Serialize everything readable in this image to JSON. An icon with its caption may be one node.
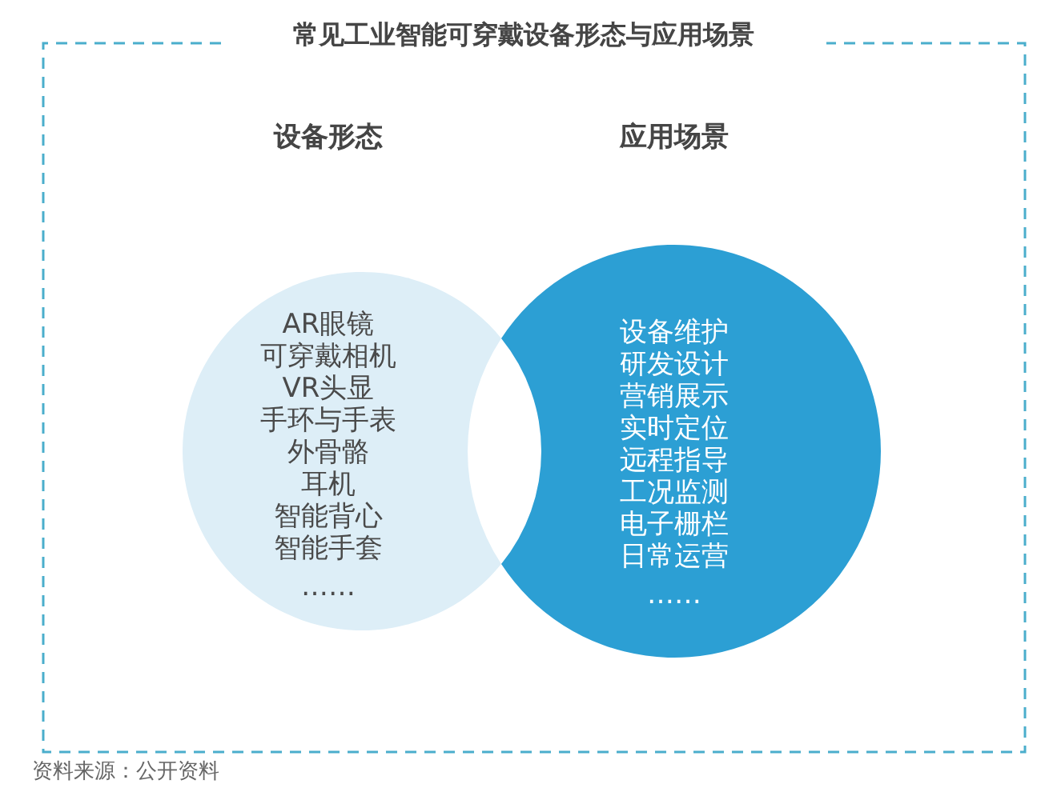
{
  "diagram": {
    "title": "常见工业智能可穿戴设备形态与应用场景",
    "caption": "资料来源：公开资料",
    "nodes": [
      {
        "text": [
          "设备形态",
          "AR眼镜",
          "可穿戴相机",
          "VR头显",
          "手环与手表",
          "外骨骼",
          "耳机",
          "智能背心",
          "智能手套",
          "……"
        ]
      },
      {
        "text": [
          "应用场景",
          "设备维护",
          "研发设计",
          "营销展示",
          "实时定位",
          "远程指导",
          "工况监测",
          "电子栅栏",
          "日常运营",
          "……"
        ]
      }
    ]
  }
}
